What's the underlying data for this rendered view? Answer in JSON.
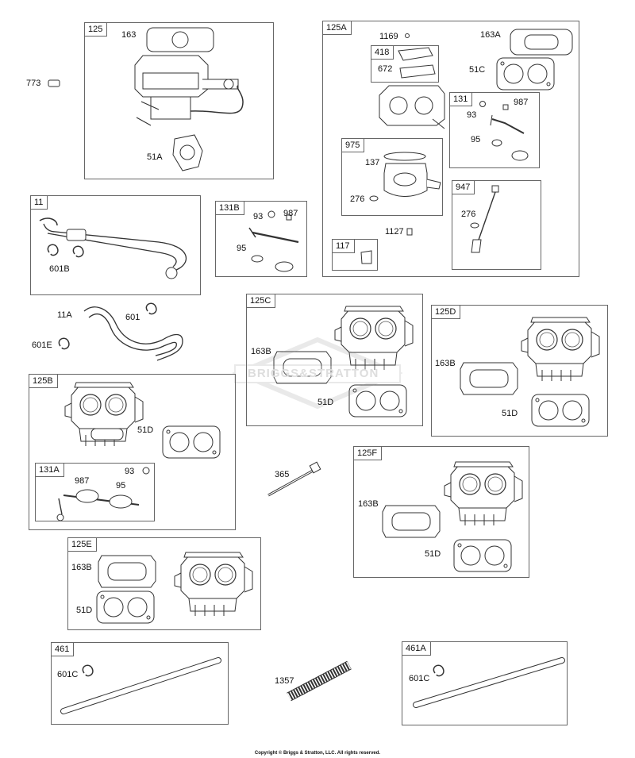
{
  "boxes": {
    "b125": "125",
    "b125A": "125A",
    "b418": "418",
    "b131": "131",
    "b975": "975",
    "b947": "947",
    "b117": "117",
    "b11": "11",
    "b131B": "131B",
    "b125C": "125C",
    "b125D": "125D",
    "b125B": "125B",
    "b131A": "131A",
    "b125F": "125F",
    "b125E": "125E",
    "b461": "461",
    "b461A": "461A"
  },
  "labels": {
    "p773": "773",
    "p163": "163",
    "p51A_1": "51A",
    "p1169": "1169",
    "p163A": "163A",
    "p672": "672",
    "p51C": "51C",
    "p987_a": "987",
    "p93_a": "93",
    "p95_a": "95",
    "p137": "137",
    "p276_a": "276",
    "p276_b": "276",
    "p1127": "1127",
    "p601B": "601B",
    "p93_b": "93",
    "p987_b": "987",
    "p95_b": "95",
    "p11A": "11A",
    "p601": "601",
    "p601E": "601E",
    "p163B_c": "163B",
    "p51D_c": "51D",
    "p163B_d": "163B",
    "p51D_d": "51D",
    "p51D_b": "51D",
    "p987_c": "987",
    "p93_c": "93",
    "p95_c": "95",
    "p365": "365",
    "p163B_f": "163B",
    "p51D_f": "51D",
    "p163B_e": "163B",
    "p51D_e": "51D",
    "p601C_a": "601C",
    "p1357": "1357",
    "p601C_b": "601C"
  },
  "watermark": "BRIGGS&STRATTON",
  "copyright": "Copyright © Briggs & Stratton, LLC. All rights reserved."
}
